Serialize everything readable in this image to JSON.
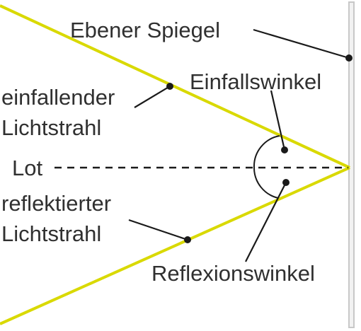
{
  "labels": {
    "mirror": "Ebener Spiegel",
    "incoming_line1": "einfallender",
    "incoming_line2": "Lichtstrahl",
    "normal": "Lot",
    "reflected_line1": "reflektierter",
    "reflected_line2": "Lichtstrahl",
    "angle_incidence": "Einfallswinkel",
    "angle_reflection": "Reflexionswinkel"
  },
  "colors": {
    "ray": "#d9d900",
    "mirror_fill": "#f2f2f2",
    "mirror_stroke": "#c8c8c8",
    "ink": "#1a1a1a",
    "text": "#303030"
  }
}
